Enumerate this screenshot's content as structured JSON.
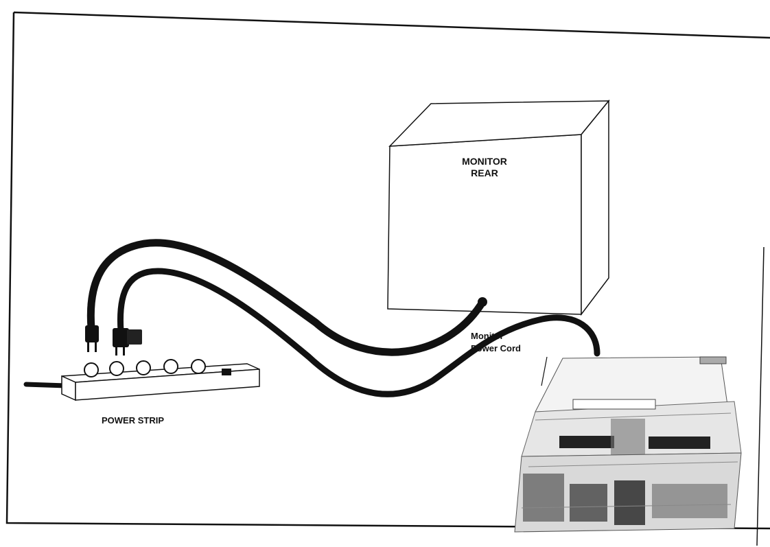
{
  "labels": {
    "monitor_rear_line1": "MONITOR",
    "monitor_rear_line2": "REAR",
    "monitor_power_cord_line1": "Monitor",
    "monitor_power_cord_line2": "Power Cord",
    "power_strip": "POWER STRIP"
  },
  "icons": {
    "power_strip": "power-strip-icon",
    "monitor": "monitor-rear-icon",
    "plug": "plug-icon",
    "console": "game-console-icon"
  },
  "colors": {
    "line": "#111111",
    "background": "#ffffff"
  }
}
